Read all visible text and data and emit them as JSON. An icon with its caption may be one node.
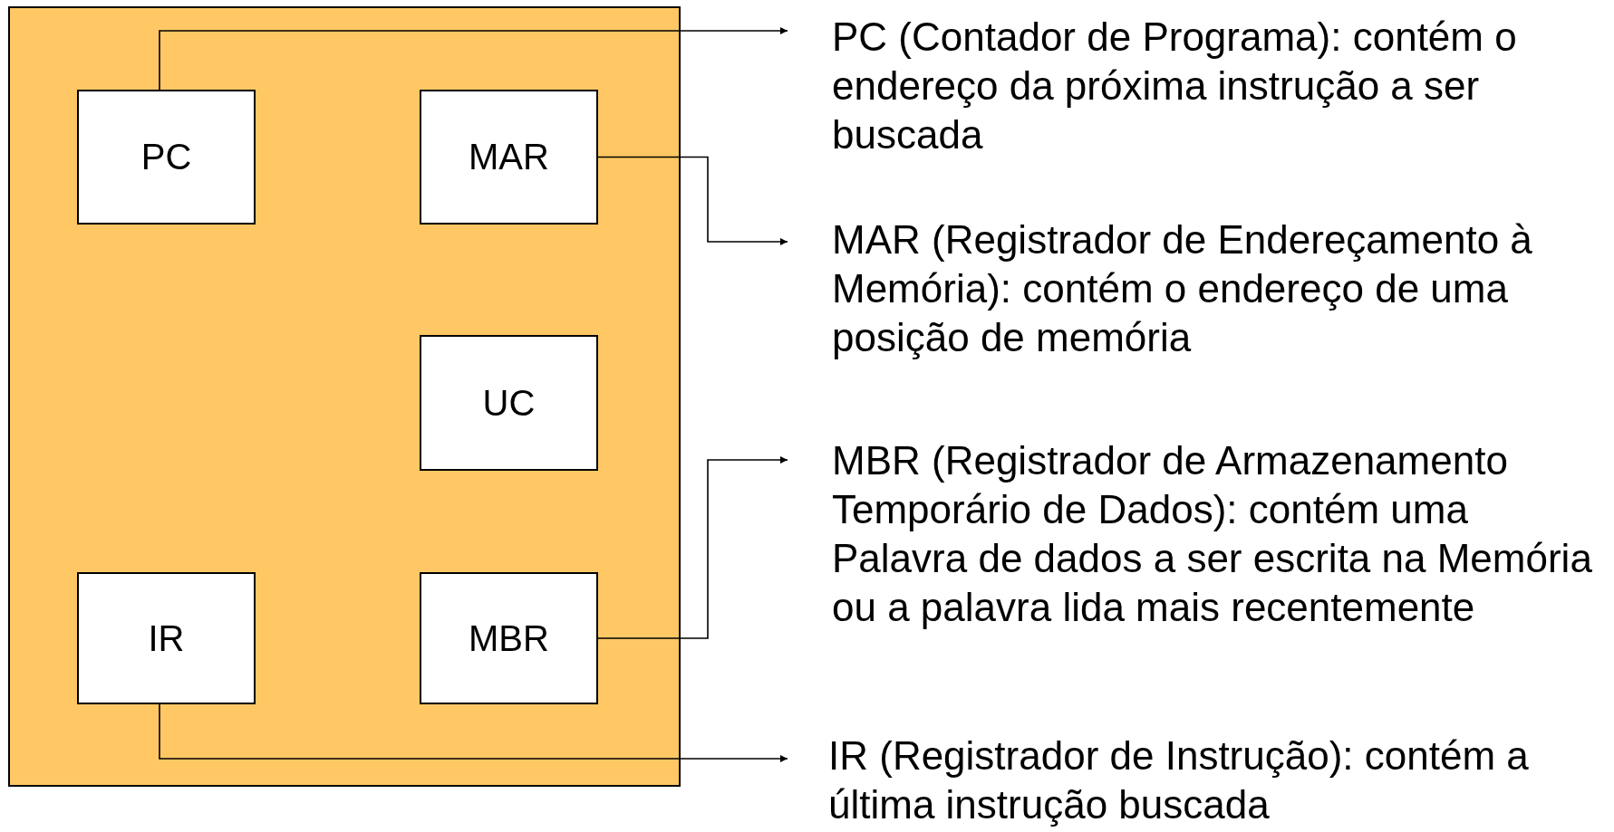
{
  "diagram": {
    "nodes": [
      {
        "text": [],
        "shape": "box"
      },
      {
        "text": [
          "PC"
        ],
        "in": 0
      },
      {
        "text": [
          "MAR"
        ],
        "in": 0
      },
      {
        "text": [
          "UC"
        ],
        "in": 0
      },
      {
        "text": [
          "IR"
        ],
        "in": 0
      },
      {
        "text": [
          "MBR"
        ],
        "in": 0
      },
      {
        "text": [
          "PC (Contador de Programa): contém o endereço da próxima instrução a ser buscada"
        ]
      },
      {
        "text": [
          "MAR (Registrador de Endereçamento à Memória): contém o endereço de uma posição de memória"
        ]
      },
      {
        "text": [
          "MBR (Registrador de Armazenamento Temporário de Dados): contém uma Palavra de dados a ser escrita na Memória ou a palavra lida mais recentemente"
        ]
      },
      {
        "text": [
          "IR (Registrador de Instrução): contém a última instrução buscada"
        ]
      }
    ],
    "edges": [
      {
        "from": 1,
        "to": 6,
        "arrow": "to"
      },
      {
        "from": 2,
        "to": 7,
        "arrow": "to"
      },
      {
        "from": 5,
        "to": 8,
        "arrow": "to"
      },
      {
        "from": 4,
        "to": 9,
        "arrow": "to"
      }
    ]
  }
}
